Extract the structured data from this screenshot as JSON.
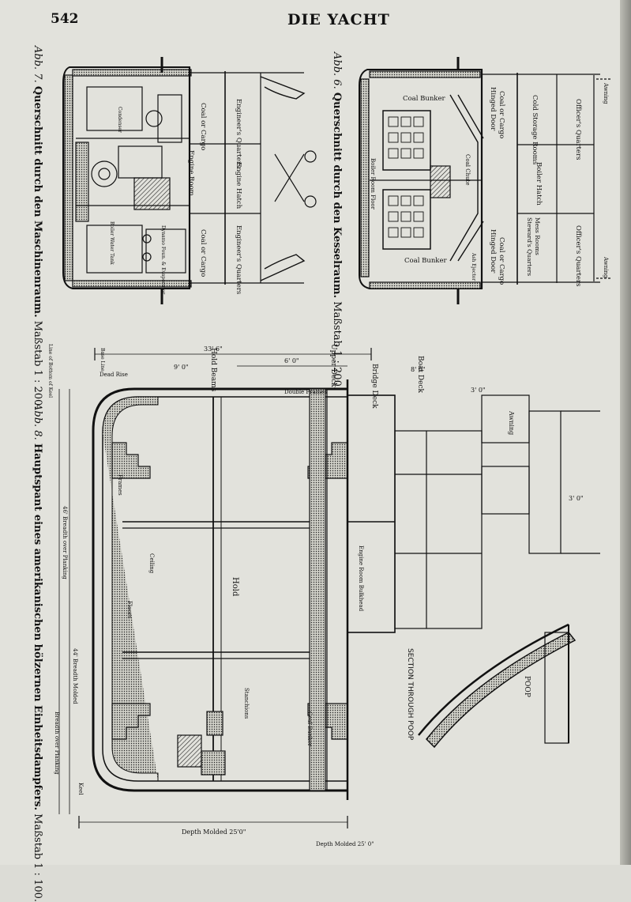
{
  "header": {
    "page_number": "542",
    "title": "DIE YACHT"
  },
  "captions": {
    "fig7": {
      "label": "Abb. 7.",
      "title": "Querschnitt durch den Maschinenraum.",
      "scale": "Maßstab 1 : 200."
    },
    "fig6": {
      "label": "Abb. 6.",
      "title": "Querschnitt durch den Kesselraum.",
      "scale": "Maßstab 1 : 200."
    },
    "fig8": {
      "label": "Abb. 8.",
      "title": "Hauptspant eines amerikanischen hölzernen Einheitsdampfers.",
      "scale": "Maßstab 1 : 100."
    }
  },
  "fig7_rooms": [
    "Coal or Cargo",
    "Engineer's Quarters",
    "Engine Hatch",
    "Engineer's Quarters",
    "Coal or Cargo",
    "Condenser",
    "Engine Room",
    "Dynamo Foun. & Evaporator",
    "Boiler Water Tank"
  ],
  "fig6_rooms": [
    "Coal Bunker",
    "Hinged Door",
    "Coal or Cargo",
    "Cold Storage Rooms",
    "Officer's Quarters",
    "Boiler Room Floor",
    "Coal Chute",
    "Boiler Hatch",
    "Steward's Quarters",
    "Mess Rooms",
    "Hinged Door",
    "Coal or Cargo",
    "Officer's Quarters",
    "Coal Bunker",
    "Ash Ejector",
    "Awning",
    "Awning"
  ],
  "fig8_labels": {
    "main": [
      "Boat Deck",
      "Bridge Deck",
      "Upper Deck",
      "Hold Beams",
      "Hold",
      "Awning",
      "Ceiling",
      "Depth Molded 25'0\"",
      "Breadth over Planking",
      "Dead Rise",
      "Base Line",
      "Keel",
      "Floors",
      "Frames",
      "Stanchions",
      "Engine Room Bulkhead",
      "Double Frames",
      "Coal Bunker"
    ],
    "poop": [
      "POOP",
      "SECTION THROUGH POOP"
    ],
    "dims": [
      "33' 6\"",
      "6' 0\"",
      "8' 0\"",
      "3' 0\"",
      "3' 0\"",
      "46' Breadth over Planking",
      "44' Breadth Molded",
      "9' 0\"",
      "Line of Bottom of Keel",
      "Depth Molded 25' 0\""
    ]
  }
}
